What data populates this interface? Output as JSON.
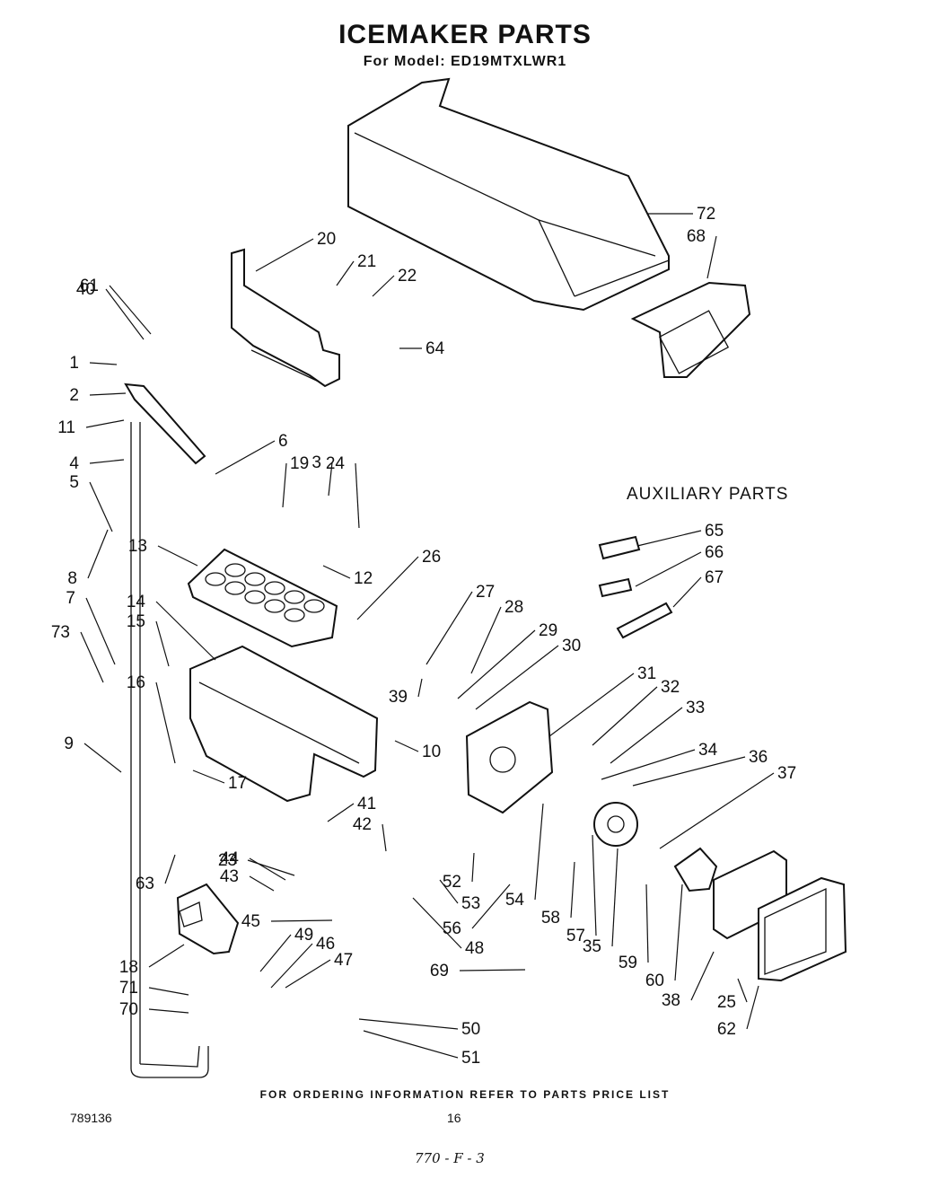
{
  "title": "ICEMAKER PARTS",
  "subtitle": "For Model:  ED19MTXLWR1",
  "auxiliary_heading": "AUXILIARY PARTS",
  "footer_note": "FOR ORDERING INFORMATION REFER TO PARTS PRICE LIST",
  "document_number": "789136",
  "page_number": "16",
  "handwritten_note": "770 - F - 3",
  "part_labels": [
    "1",
    "2",
    "3",
    "4",
    "5",
    "6",
    "7",
    "8",
    "9",
    "10",
    "11",
    "12",
    "13",
    "14",
    "15",
    "16",
    "17",
    "18",
    "19",
    "20",
    "21",
    "22",
    "23",
    "24",
    "25",
    "26",
    "27",
    "28",
    "29",
    "30",
    "31",
    "32",
    "33",
    "34",
    "35",
    "36",
    "37",
    "38",
    "39",
    "40",
    "41",
    "42",
    "43",
    "44",
    "45",
    "46",
    "47",
    "48",
    "49",
    "50",
    "51",
    "52",
    "53",
    "54",
    "56",
    "57",
    "58",
    "59",
    "60",
    "61",
    "62",
    "63",
    "64",
    "65",
    "66",
    "67",
    "68",
    "69",
    "70",
    "71",
    "72",
    "73"
  ]
}
